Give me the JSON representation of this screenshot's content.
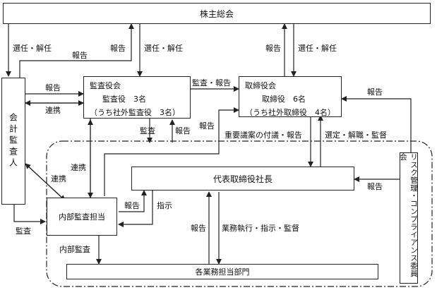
{
  "boxes": {
    "shareholders": "株主総会",
    "auditors": {
      "title": "監査役会",
      "line1": "監査役　3名",
      "line2": "（うち社外監査役　3名）"
    },
    "board": {
      "title": "取締役会",
      "line1": "取締役　6名",
      "line2": "（うち社外取締役　4名）"
    },
    "accounting_auditor": "会計監査人",
    "president": "代表取締役社長",
    "internal_audit": "内部監査担当",
    "departments": "各業務担当部門",
    "risk_committee": "リスク管理・コンプライアンス委員会"
  },
  "labels": {
    "elect_dismiss_left": "選任・解任",
    "report_top_left": "報告",
    "report_mid": "報告",
    "elect_dismiss_mid": "選任・解任",
    "report_right": "報告",
    "elect_dismiss_right": "選任・解任",
    "report_acct_to_auditors": "報告",
    "cooperation_acct": "連携",
    "audit_report": "監査・報告",
    "report_risk_to_board": "報告",
    "audit_down": "監査",
    "report_up": "報告",
    "report_internal_to_board": "報告",
    "important_matters": "重要議案の付議・報告",
    "appoint_supervise": "選定・解職・監督",
    "cooperation_internal": "連携",
    "cooperation_left": "連携",
    "report_risk_to_president": "報告",
    "report_internal_to_president": "報告",
    "instruction": "指示",
    "audit_acct": "監査",
    "internal_audit_label": "内部監査",
    "report_dept": "報告",
    "execution_instruction": "業務執行・指示・監督"
  }
}
